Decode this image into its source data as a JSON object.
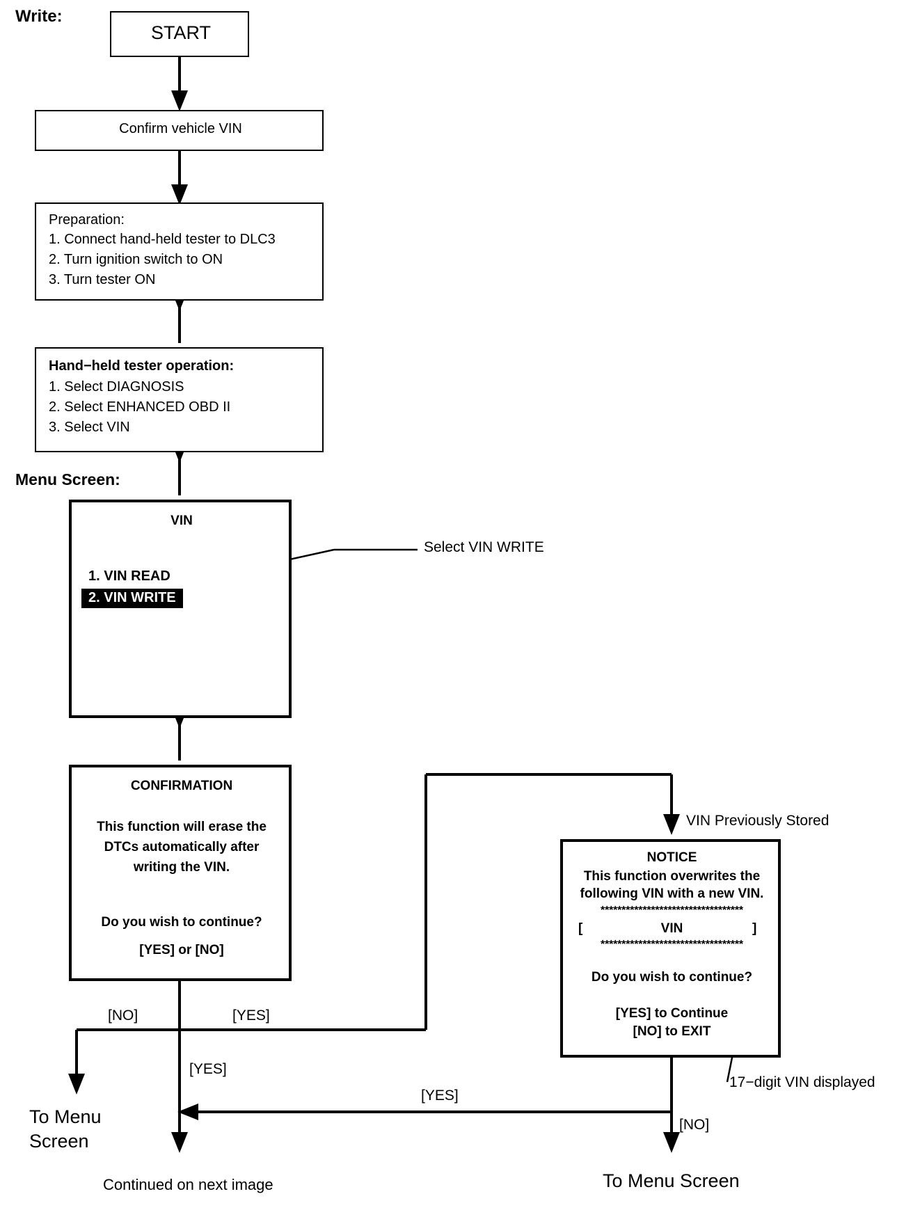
{
  "page": {
    "write_label": "Write:",
    "menu_screen_label": "Menu Screen:"
  },
  "nodes": {
    "start": "START",
    "confirm_vin": "Confirm vehicle VIN",
    "preparation": {
      "title": "Preparation:",
      "steps": [
        "1. Connect hand-held tester to DLC3",
        "2. Turn ignition switch to ON",
        "3. Turn tester ON"
      ]
    },
    "tester_operation": {
      "title": "Hand−held tester operation:",
      "steps": [
        "1. Select DIAGNOSIS",
        "2. Select ENHANCED OBD II",
        "3. Select VIN"
      ]
    },
    "vin_menu": {
      "title": "VIN",
      "item1": "1. VIN READ",
      "item2": "2. VIN WRITE"
    },
    "confirmation": {
      "title": "CONFIRMATION",
      "line1": "This function will erase the",
      "line2": "DTCs automatically after",
      "line3": "writing the VIN.",
      "question": "Do you wish to continue?",
      "answers": "[YES] or [NO]"
    },
    "notice": {
      "title": "NOTICE",
      "line1": "This function overwrites the",
      "line2": "following VIN with a new VIN.",
      "stars_top": "**********************************",
      "vin_row_left": "[",
      "vin_row_center": "VIN",
      "vin_row_right": "]",
      "stars_bottom": "**********************************",
      "question": "Do you wish to continue?",
      "answer_yes": "[YES] to Continue",
      "answer_no": "[NO] to EXIT"
    }
  },
  "callouts": {
    "select_vin_write": "Select VIN WRITE",
    "vin_previously_stored": "VIN Previously Stored",
    "vin_digits": "17−digit VIN displayed"
  },
  "edge_labels": {
    "no_left": "[NO]",
    "yes_mid": "[YES]",
    "yes_down": "[YES]",
    "yes_bottom": "[YES]",
    "no_right": "[NO]"
  },
  "terminals": {
    "to_menu_screen_left_1": "To Menu",
    "to_menu_screen_left_2": "Screen",
    "continued": "Continued on next image",
    "to_menu_screen_right": "To Menu Screen"
  }
}
